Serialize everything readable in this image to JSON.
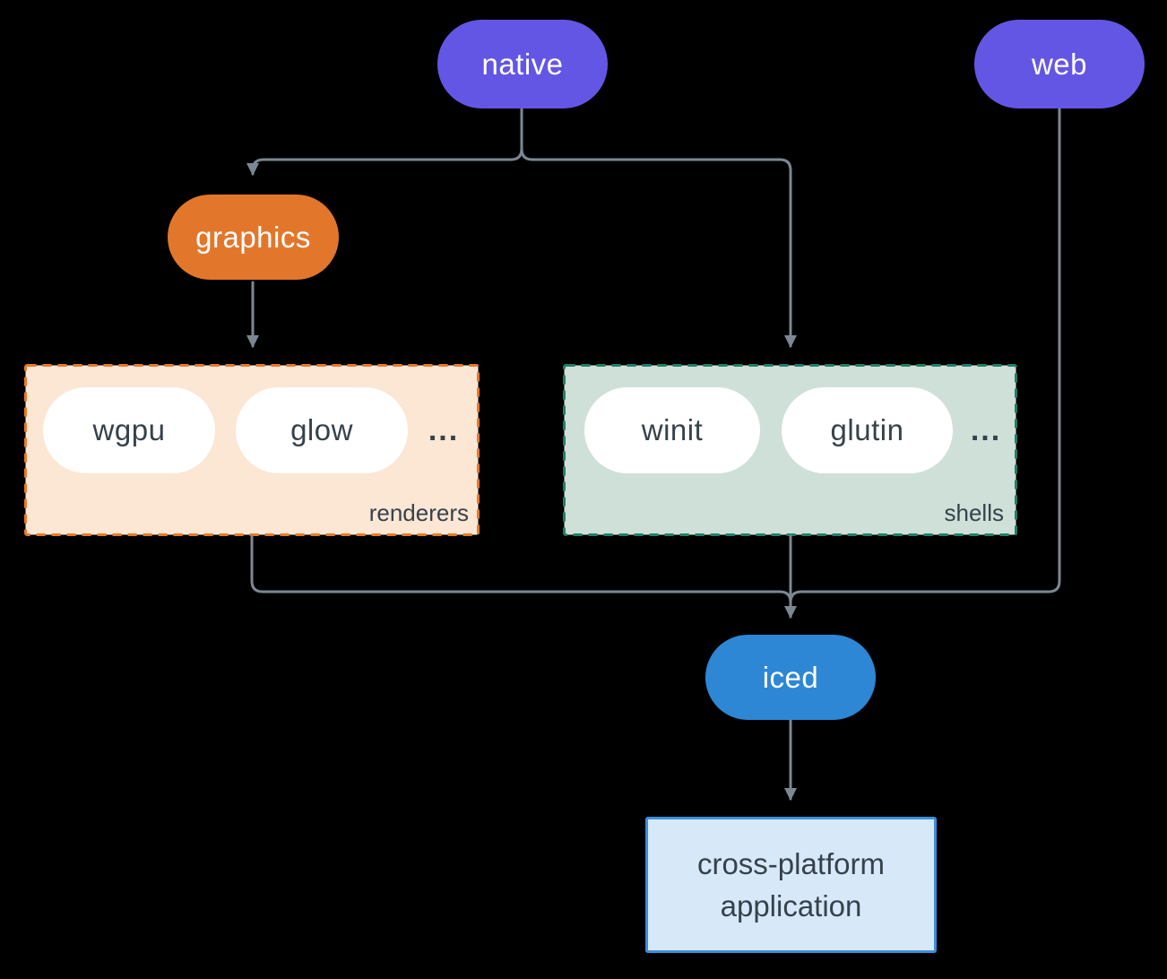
{
  "nodes": {
    "native": "native",
    "web": "web",
    "graphics": "graphics",
    "iced": "iced",
    "app_line1": "cross-platform",
    "app_line2": "application"
  },
  "groups": {
    "renderers": {
      "label": "renderers",
      "items": [
        "wgpu",
        "glow"
      ],
      "ellipsis": "..."
    },
    "shells": {
      "label": "shells",
      "items": [
        "winit",
        "glutin"
      ],
      "ellipsis": "..."
    }
  },
  "colors": {
    "background": "#000000",
    "edge": "#7b8894",
    "node_purple": "#6456e4",
    "node_orange": "#e2772c",
    "node_blue": "#2e87d5",
    "node_white": "#ffffff",
    "dark_text": "#36424b",
    "renderers_fill": "#fce6d4",
    "renderers_border": "#e8782a",
    "shells_fill": "#cfe0d9",
    "shells_border": "#1f8068",
    "app_fill": "#d7e9f8",
    "app_border": "#3b8ede"
  }
}
